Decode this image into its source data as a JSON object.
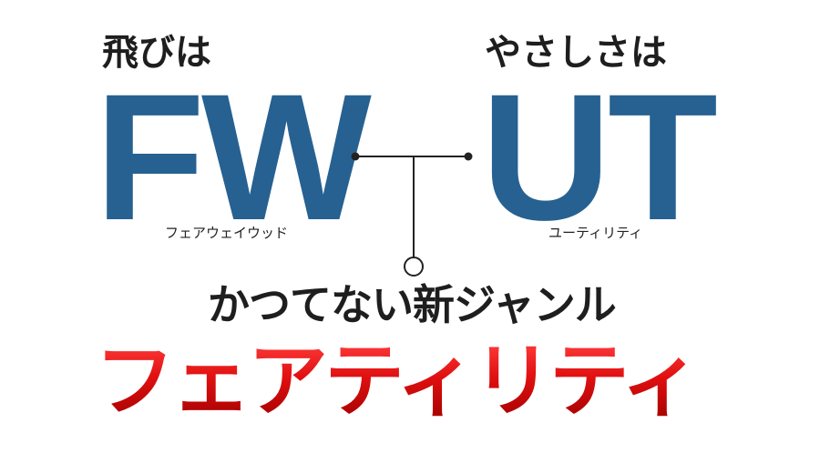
{
  "left": {
    "lead": "飛びは",
    "code": "FW",
    "reading": "フェアウェイウッド"
  },
  "right": {
    "lead": "やさしさは",
    "code": "UT",
    "reading": "ユーティリティ"
  },
  "tagline": "かつてない新ジャンル",
  "headline": "フェアティリティ",
  "colors": {
    "code": "#266191",
    "headline_top": "#ff3b3b",
    "headline_bottom": "#a50000",
    "text": "#1e1e1e"
  }
}
